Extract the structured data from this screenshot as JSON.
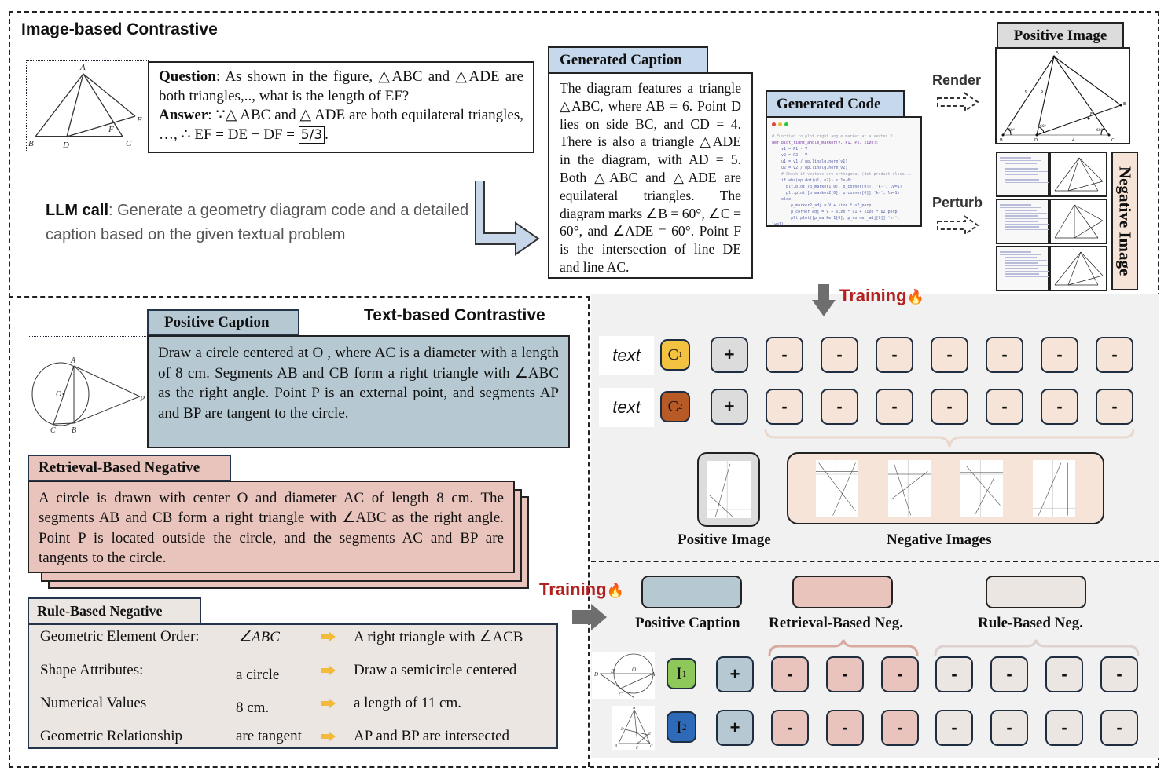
{
  "image_section": {
    "title": "Image-based Contrastive",
    "question_label": "Question",
    "question_text": ": As shown in the figure, △ABC and △ADE are both triangles,.., what is the length of EF?",
    "answer_label": "Answer",
    "answer_text": ": ∵△ ABC and △ ADE are both equilateral triangles, …, ∴ EF = DE − DF = ",
    "answer_value": "5/3",
    "answer_end": ".",
    "figure_labels": [
      "A",
      "B",
      "C",
      "D",
      "E",
      "F"
    ],
    "llm_label": "LLM call",
    "llm_text": ": Generate a geometry diagram code and a detailed caption based on the given textual problem",
    "caption_tab": "Generated Caption",
    "caption_text": "The diagram features a triangle △ABC, where AB = 6. Point D lies on side BC, and CD = 4. There is also a triangle △ADE in the diagram, with AD = 5. Both △ABC and △ADE are equilateral triangles. The diagram marks ∠B = 60°, ∠C = 60°, and ∠ADE = 60°. Point F is the intersection of line DE and line AC.",
    "code_tab": "Generated Code",
    "code_lines": [
      "# Function to plot right angle marker at a vertex V",
      "def plot_right_angle_marker(V, P1, P2, size):",
      "    v1 = P1 - V",
      "    v2 = P2 - V",
      "    u1 = v1 / np.linalg.norm(v1)",
      "    u2 = v2 / np.linalg.norm(v2)",
      "    # Check if vectors are orthogonal (dot product close...",
      "    if abs(np.dot(u1, u2)) < 1e-6:",
      "      plt.plot([p_marker1[0], p_corner[0]], 'k-', lw=1)",
      "      plt.plot([p_marker2[0], p_corner[0]] 'k-', lw=1)",
      "    else:",
      "        p_marker2_adj = V + size * u2_perp",
      "        p_corner_adj = V + size * u1 + size * u2_perp",
      "        plt.plot([p_marker1[0], p_corner_adj[0]] 'k-',",
      "lw=1)"
    ],
    "render_label": "Render",
    "perturb_label": "Perturb",
    "positive_image_tab": "Positive Image",
    "positive_image_labels": {
      "A": "A",
      "B": "B",
      "C": "C",
      "D": "D",
      "E": "E",
      "F": "F",
      "ab": "6",
      "ad": "5",
      "dc": "4",
      "angle": "60°"
    },
    "negative_image_label": "Negative Image"
  },
  "image_training": {
    "training_label": "Training",
    "rows": [
      {
        "text": "text",
        "caption_token": "C",
        "sub": "1",
        "color": "#f2c240",
        "pos": "+",
        "negs": [
          "-",
          "-",
          "-",
          "-",
          "-",
          "-",
          "-"
        ]
      },
      {
        "text": "text",
        "caption_token": "C",
        "sub": "2",
        "color": "#b85a25",
        "pos": "+",
        "negs": [
          "-",
          "-",
          "-",
          "-",
          "-",
          "-",
          "-"
        ]
      }
    ],
    "positive_images_label": "Positive Image",
    "negative_images_label": "Negative Images"
  },
  "text_section": {
    "title": "Text-based Contrastive",
    "positive_tab": "Positive Caption",
    "positive_text": "Draw a circle centered at O , where  AC  is a diameter with a length of 8 cm. Segments AB  and  CB  form a right triangle with ∠ABC as the right angle. Point  P  is an external point, and segments  AP  and BP  are tangent to the circle.",
    "figure_labels": [
      "A",
      "B",
      "C",
      "O",
      "P"
    ],
    "retrieval_tab": "Retrieval-Based Negative",
    "retrieval_text": "A circle is drawn with center O and diameter AC of length 8 cm. The segments AB and CB form a right triangle with ∠ABC as the right angle. Point P is located outside the circle, and the segments AC and BP are tangents to the circle.",
    "rule_tab": "Rule-Based Negative",
    "rules": [
      {
        "type": "Geometric Element Order:",
        "from": "∠ABC",
        "to": "A right triangle with ∠ACB"
      },
      {
        "type": "Shape Attributes:",
        "from": "a circle",
        "to": "Draw a semicircle centered"
      },
      {
        "type": "Numerical Values",
        "from": "8 cm.",
        "to": "a length of 11 cm."
      },
      {
        "type": "Geometric Relationship",
        "from": "are tangent",
        "to": "AP  and BP  are intersected"
      }
    ]
  },
  "text_training": {
    "training_label": "Training",
    "legend": [
      {
        "label": "Positive Caption",
        "color": "#b6c9d2"
      },
      {
        "label": "Retrieval-Based Neg.",
        "color": "#e8c4bc"
      },
      {
        "label": "Rule-Based Neg.",
        "color": "#ece6e3"
      }
    ],
    "rows": [
      {
        "image_token": "I",
        "sub": "1",
        "color": "#8fc85a",
        "pos": "+",
        "retrieval": [
          "-",
          "-",
          "-"
        ],
        "rule": [
          "-",
          "-",
          "-",
          "-"
        ],
        "figure_labels": [
          "D",
          "B",
          "O",
          "A",
          "C"
        ]
      },
      {
        "image_token": "I",
        "sub": "2",
        "color": "#2f6ab8",
        "pos": "+",
        "retrieval": [
          "-",
          "-",
          "-"
        ],
        "rule": [
          "-",
          "-",
          "-",
          "-"
        ],
        "figure_labels": [
          "A",
          "B",
          "C",
          "D",
          "E",
          "F"
        ]
      }
    ]
  },
  "colors": {
    "training_red": "#b22020",
    "arrow_blue": "#c7d6e8",
    "caption_tab_blue": "#c5d8ec",
    "negative_image_bg": "#f6e4d8",
    "panel_gray": "#f1f1f1",
    "arrow_yellow": "#f4bb3a"
  }
}
